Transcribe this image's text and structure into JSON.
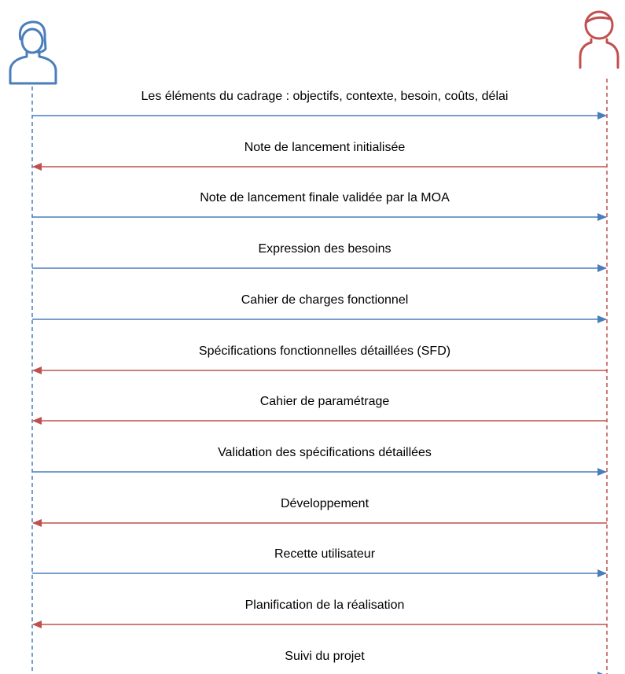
{
  "colors": {
    "left_actor": "#4a7ebb",
    "right_actor": "#c0504d",
    "text": "#000000",
    "background": "#ffffff"
  },
  "actors": {
    "left": {
      "icon": "female-user-icon"
    },
    "right": {
      "icon": "male-user-icon"
    }
  },
  "messages": [
    {
      "label": "Les éléments du cadrage : objectifs, contexte, besoin, coûts, délai",
      "direction": "right"
    },
    {
      "label": "Note de lancement initialisée",
      "direction": "left"
    },
    {
      "label": "Note de lancement finale validée par la MOA",
      "direction": "right"
    },
    {
      "label": "Expression des besoins",
      "direction": "right"
    },
    {
      "label": "Cahier de charges fonctionnel",
      "direction": "right"
    },
    {
      "label": "Spécifications fonctionnelles détaillées (SFD)",
      "direction": "left"
    },
    {
      "label": "Cahier de paramétrage",
      "direction": "left"
    },
    {
      "label": "Validation des spécifications détaillées",
      "direction": "right"
    },
    {
      "label": "Développement",
      "direction": "left"
    },
    {
      "label": "Recette utilisateur",
      "direction": "right"
    },
    {
      "label": "Planification de la réalisation",
      "direction": "left"
    },
    {
      "label": "Suivi du projet",
      "direction": "right"
    }
  ]
}
